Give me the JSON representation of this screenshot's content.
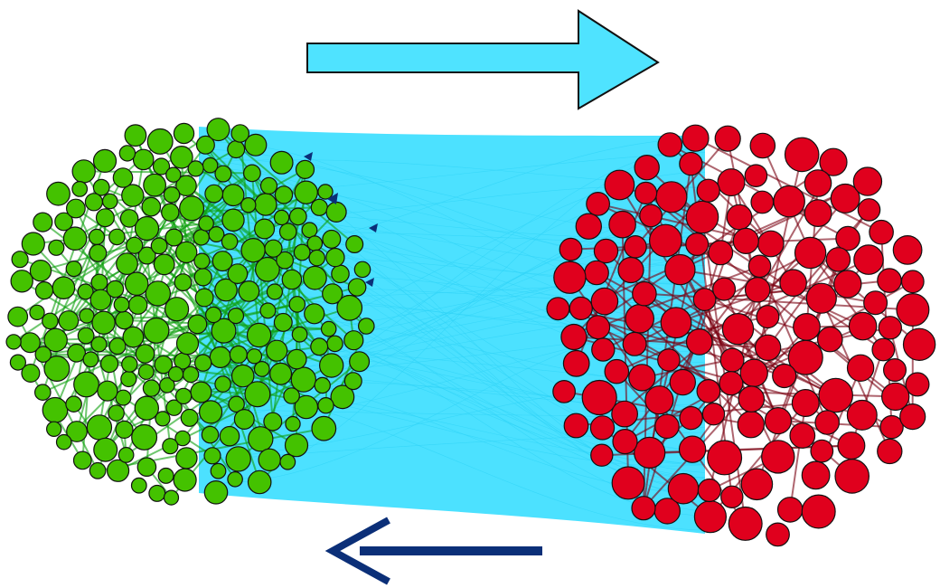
{
  "diagram": {
    "colors": {
      "background": "#ffffff",
      "flow": "#4ce1ff",
      "flow_line": "#2fd3f7",
      "green_fill": "#44c200",
      "green_edge": "#0fa10f",
      "red_fill": "#e0001d",
      "red_edge": "#7a0010",
      "node_stroke": "#111111",
      "arrow_right_fill": "#4fe3ff",
      "arrow_right_stroke": "#111111",
      "arrow_left": "#0b2f78"
    },
    "arrows": [
      {
        "id": "top",
        "direction": "right",
        "style": "block",
        "color_key": "arrow_right_fill"
      },
      {
        "id": "bottom",
        "direction": "left",
        "style": "line",
        "color_key": "arrow_left"
      }
    ],
    "clusters": [
      {
        "id": "green",
        "fill_key": "green_fill",
        "edge_key": "green_edge"
      },
      {
        "id": "red",
        "fill_key": "red_fill",
        "edge_key": "red_edge"
      }
    ]
  }
}
